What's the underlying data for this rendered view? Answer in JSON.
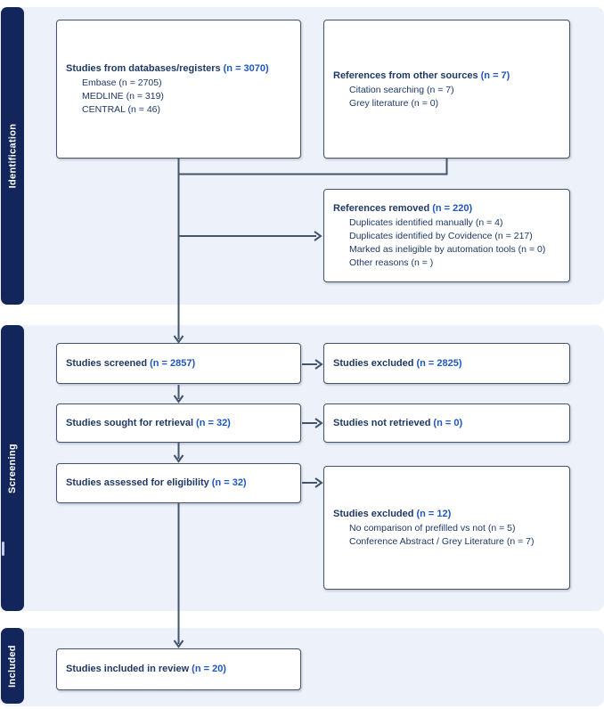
{
  "colors": {
    "sidebar_navy": "#13265c",
    "panel_background": "#edf1fa",
    "box_border": "#44546a",
    "box_text": "#1f3864",
    "count_accent": "#2056c0",
    "connector": "#44546a"
  },
  "sections": {
    "identification": {
      "label": "Identification"
    },
    "screening": {
      "label": "Screening"
    },
    "included": {
      "label": "Included"
    }
  },
  "boxes": {
    "databases": {
      "title": "Studies from databases/registers",
      "count": "(n = 3070)",
      "items": [
        "Embase (n = 2705)",
        "MEDLINE (n = 319)",
        "CENTRAL (n = 46)"
      ]
    },
    "other_sources": {
      "title": "References from other sources",
      "count": "(n = 7)",
      "items": [
        "Citation searching (n = 7)",
        "Grey literature (n = 0)"
      ]
    },
    "references_removed": {
      "title": "References removed",
      "count": "(n = 220)",
      "items": [
        "Duplicates identified manually (n = 4)",
        "Duplicates identified by Covidence (n = 217)",
        "Marked as ineligible by automation tools (n = 0)",
        "Other reasons (n = )"
      ]
    },
    "screened": {
      "title": "Studies screened",
      "count": "(n = 2857)"
    },
    "excluded_screening": {
      "title": "Studies excluded",
      "count": "(n = 2825)"
    },
    "sought": {
      "title": "Studies sought for retrieval",
      "count": "(n = 32)"
    },
    "not_retrieved": {
      "title": "Studies not retrieved",
      "count": "(n = 0)"
    },
    "assessed": {
      "title": "Studies assessed for eligibility",
      "count": "(n = 32)"
    },
    "excluded_eligibility": {
      "title": "Studies excluded",
      "count": "(n = 12)",
      "items": [
        "No comparison of prefilled vs not (n = 5)",
        "Conference Abstract / Grey Literature (n = 7)"
      ]
    },
    "included_review": {
      "title": "Studies included in review",
      "count": "(n = 20)"
    }
  }
}
